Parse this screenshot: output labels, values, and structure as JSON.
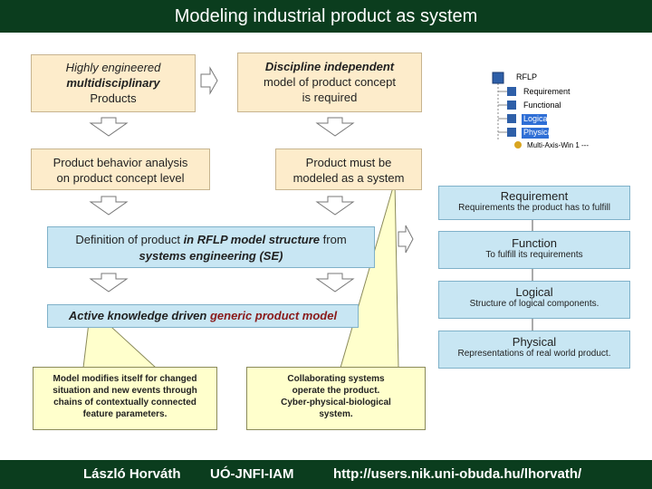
{
  "title": "Modeling industrial product as system",
  "box_engineered": {
    "line1": "Highly engineered",
    "line2": "multidisciplinary",
    "line3": "Products"
  },
  "box_discipline": {
    "line1": "Discipline independent",
    "line2": "model of product concept",
    "line3": "is required"
  },
  "box_behavior": {
    "line1": "Product behavior analysis",
    "line2": "on product concept level"
  },
  "box_must": {
    "line1": "Product must be",
    "line2": "modeled as a system"
  },
  "box_definition": {
    "part1": "Definition of product ",
    "part2": "in RFLP model structure",
    "part3": " from",
    "part4": "systems engineering (SE)"
  },
  "box_active": {
    "part1": "Active knowledge driven ",
    "part2": "generic product model"
  },
  "rflp_tree": {
    "root": "RFLP",
    "items": [
      "Requirement",
      "Functional",
      "Logical",
      "Physical"
    ],
    "last": "Multi-Axis-Win 1 ---"
  },
  "rflp_levels": [
    {
      "name": "Requirement",
      "desc": "Requirements the product has to fulfill"
    },
    {
      "name": "Function",
      "desc": "To fulfill its requirements"
    },
    {
      "name": "Logical",
      "desc": "Structure of logical components."
    },
    {
      "name": "Physical",
      "desc": "Representations of real world product."
    }
  ],
  "callout_left": {
    "line1": "Model modifies itself for changed",
    "line2": "situation and new events through",
    "line3": "chains of contextually connected",
    "line4": "feature parameters."
  },
  "callout_right": {
    "line1": "Collaborating systems",
    "line2": "operate the product.",
    "line3": "Cyber-physical-biological",
    "line4": "system."
  },
  "footer": {
    "author": "László Horváth",
    "institute": "UÓ-JNFI-IAM",
    "url": "http://users.nik.uni-obuda.hu/lhorvath/"
  },
  "colors": {
    "title_bg": "#0b3d1e",
    "box_fill": "#fdeccb",
    "blue_fill": "#c8e6f3",
    "callout_fill": "#ffffcc",
    "accent_red": "#8a1a1a"
  }
}
